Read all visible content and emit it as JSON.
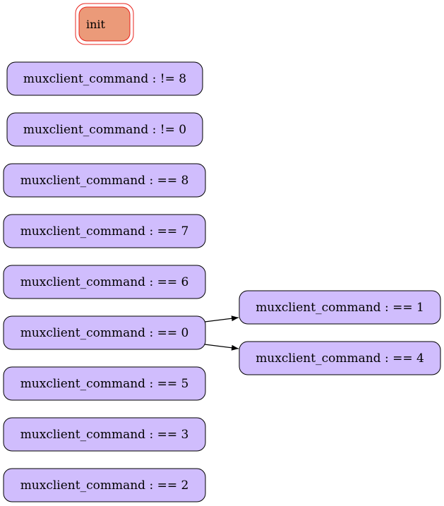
{
  "colors": {
    "init_fill": "#eb9a79",
    "init_stroke": "#e8231c",
    "node_fill": "#d0bdfd",
    "node_stroke": "#000000",
    "edge": "#000000"
  },
  "init": {
    "label": "init"
  },
  "nodes": [
    {
      "id": "n1",
      "label": "muxclient_command : != 8"
    },
    {
      "id": "n2",
      "label": "muxclient_command : != 0"
    },
    {
      "id": "n3",
      "label": "muxclient_command : == 8"
    },
    {
      "id": "n4",
      "label": "muxclient_command : == 7"
    },
    {
      "id": "n5",
      "label": "muxclient_command : == 6"
    },
    {
      "id": "n6",
      "label": "muxclient_command : == 0"
    },
    {
      "id": "n7",
      "label": "muxclient_command : == 5"
    },
    {
      "id": "n8",
      "label": "muxclient_command : == 3"
    },
    {
      "id": "n9",
      "label": "muxclient_command : == 2"
    },
    {
      "id": "n10",
      "label": "muxclient_command : == 1"
    },
    {
      "id": "n11",
      "label": "muxclient_command : == 4"
    }
  ],
  "edges": [
    {
      "from": "n6",
      "to": "n10"
    },
    {
      "from": "n6",
      "to": "n11"
    }
  ]
}
